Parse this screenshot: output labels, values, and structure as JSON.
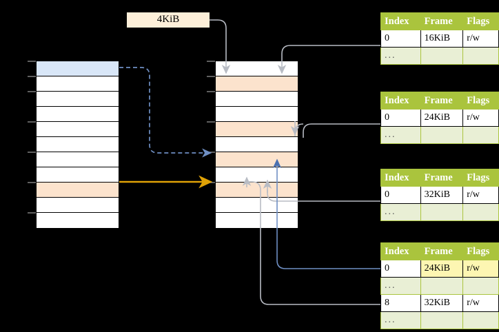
{
  "diagram": {
    "title_label": "4KiB",
    "colors": {
      "header_green": "#aac43d",
      "alt_row_green": "#e9efd5",
      "highlight_yellow": "#fdf6b2",
      "peach": "#fce3cd",
      "blue_row": "#d9e7f8",
      "blue_arrow": "#6f8fc4",
      "orange_arrow": "#e0a206",
      "gray_arrow": "#b0b0b0",
      "background": "#000000"
    }
  },
  "size_label": {
    "text": "4KiB"
  },
  "left_column": {
    "name": "virtual-address-space",
    "cells": [
      {
        "fill": "blue"
      },
      {
        "fill": "white"
      },
      {
        "fill": "white"
      },
      {
        "fill": "white"
      },
      {
        "fill": "white"
      },
      {
        "fill": "white"
      },
      {
        "fill": "white"
      },
      {
        "fill": "white"
      },
      {
        "fill": "peach"
      },
      {
        "fill": "white"
      },
      {
        "fill": "white"
      }
    ]
  },
  "middle_column": {
    "name": "physical-memory",
    "cells": [
      {
        "fill": "white"
      },
      {
        "fill": "peach"
      },
      {
        "fill": "white"
      },
      {
        "fill": "white"
      },
      {
        "fill": "peach"
      },
      {
        "fill": "white"
      },
      {
        "fill": "peach"
      },
      {
        "fill": "white"
      },
      {
        "fill": "peach"
      },
      {
        "fill": "white"
      },
      {
        "fill": "white"
      }
    ]
  },
  "page_tables": [
    {
      "name": "page-table-1",
      "headers": [
        "Index",
        "Frame",
        "Flags"
      ],
      "rows": [
        {
          "cells": [
            "0",
            "16KiB",
            "r/w"
          ],
          "style": "normal",
          "highlight": [
            false,
            false,
            false
          ]
        },
        {
          "cells": [
            "...",
            "",
            ""
          ],
          "style": "alt",
          "highlight": [
            false,
            false,
            false
          ]
        }
      ]
    },
    {
      "name": "page-table-2",
      "headers": [
        "Index",
        "Frame",
        "Flags"
      ],
      "rows": [
        {
          "cells": [
            "0",
            "24KiB",
            "r/w"
          ],
          "style": "normal",
          "highlight": [
            false,
            false,
            false
          ]
        },
        {
          "cells": [
            "...",
            "",
            ""
          ],
          "style": "alt",
          "highlight": [
            false,
            false,
            false
          ]
        }
      ]
    },
    {
      "name": "page-table-3",
      "headers": [
        "Index",
        "Frame",
        "Flags"
      ],
      "rows": [
        {
          "cells": [
            "0",
            "32KiB",
            "r/w"
          ],
          "style": "normal",
          "highlight": [
            false,
            false,
            false
          ]
        },
        {
          "cells": [
            "...",
            "",
            ""
          ],
          "style": "alt",
          "highlight": [
            false,
            false,
            false
          ]
        }
      ]
    },
    {
      "name": "page-table-4",
      "headers": [
        "Index",
        "Frame",
        "Flags"
      ],
      "rows": [
        {
          "cells": [
            "0",
            "24KiB",
            "r/w"
          ],
          "style": "normal",
          "highlight": [
            false,
            true,
            true
          ]
        },
        {
          "cells": [
            "...",
            "",
            ""
          ],
          "style": "alt",
          "highlight": [
            false,
            false,
            false
          ]
        },
        {
          "cells": [
            "8",
            "32KiB",
            "r/w"
          ],
          "style": "normal",
          "highlight": [
            false,
            false,
            false
          ]
        },
        {
          "cells": [
            "...",
            "",
            ""
          ],
          "style": "alt",
          "highlight": [
            false,
            false,
            false
          ]
        }
      ]
    }
  ]
}
